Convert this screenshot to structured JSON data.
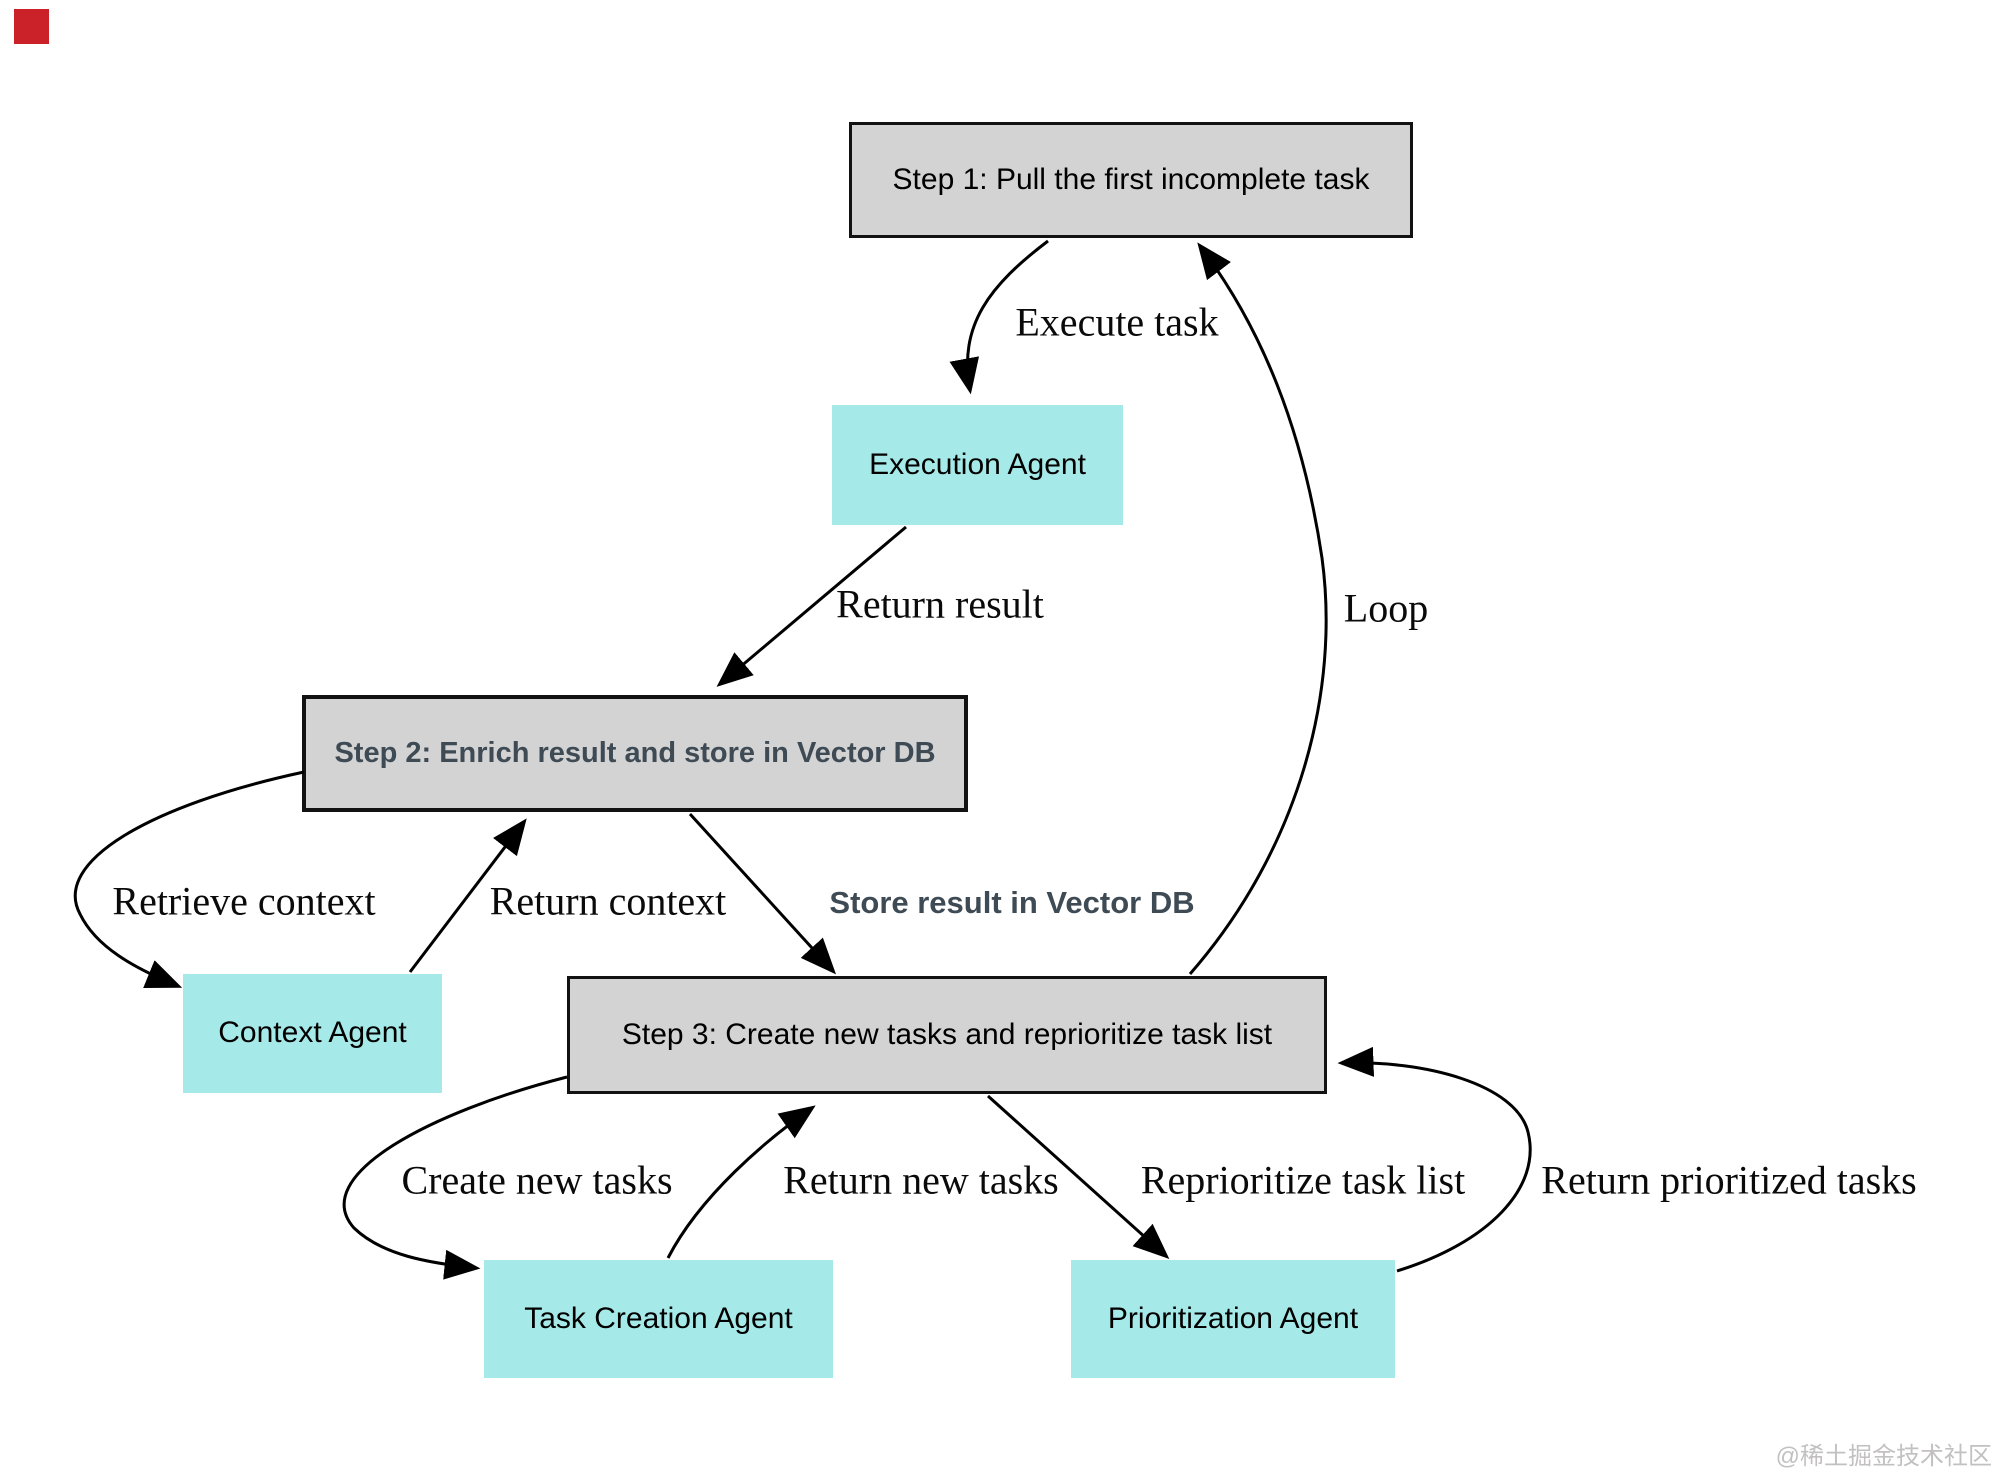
{
  "colors": {
    "background": "#ffffff",
    "step_fill": "#d3d3d3",
    "step_border": "#121212",
    "agent_fill": "#a5eae8",
    "emphasis_text": "#3e4a54",
    "edge_stroke": "#000000",
    "watermark_text": "#c2c0c0",
    "red_marker": "#cb2229"
  },
  "nodes": {
    "step1": {
      "label": "Step 1: Pull the first incomplete task"
    },
    "execution_agent": {
      "label": "Execution Agent"
    },
    "step2": {
      "label": "Step 2: Enrich result and store in Vector DB"
    },
    "context_agent": {
      "label": "Context Agent"
    },
    "step3": {
      "label": "Step 3: Create new tasks and reprioritize task list"
    },
    "task_creation_agent": {
      "label": "Task Creation Agent"
    },
    "prioritization_agent": {
      "label": "Prioritization Agent"
    }
  },
  "edge_labels": {
    "execute_task": "Execute task",
    "return_result": "Return result",
    "loop": "Loop",
    "retrieve_context": "Retrieve context",
    "return_context": "Return context",
    "store_result": "Store result in Vector DB",
    "create_new_tasks": "Create new tasks",
    "return_new_tasks": "Return new tasks",
    "reprioritize_task_list": "Reprioritize task list",
    "return_prioritized_tasks": "Return prioritized tasks"
  },
  "watermark": "@稀土掘金技术社区"
}
